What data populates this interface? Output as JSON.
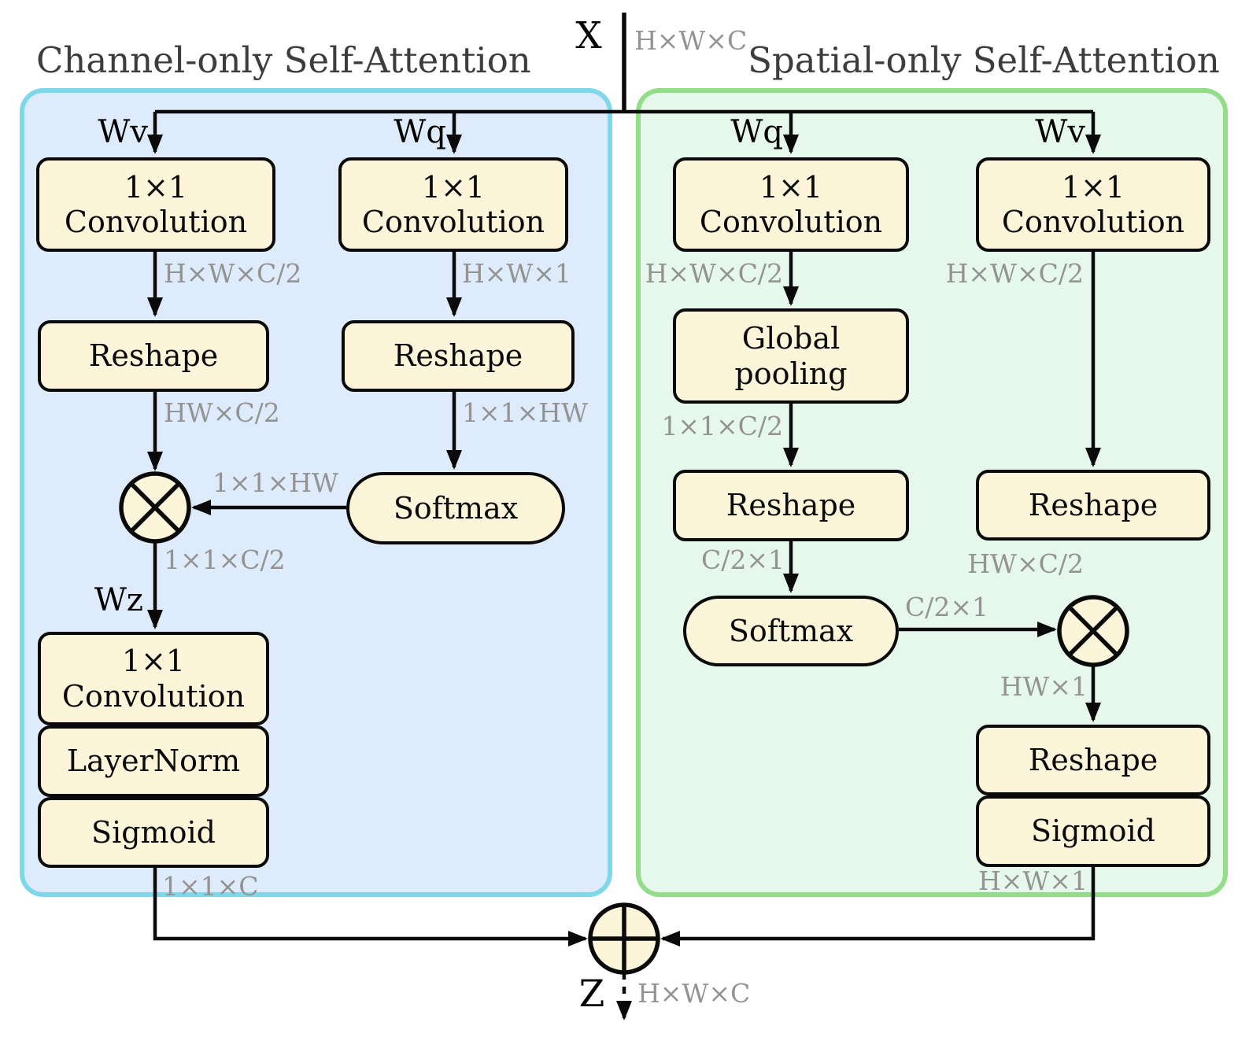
{
  "colors": {
    "panel_blue_fill": "#deebfa",
    "panel_blue_border": "#7fd7ea",
    "panel_green_fill": "#e6f8ec",
    "panel_green_border": "#92dd88",
    "box_fill": "#fdf5da",
    "box_border": "#0a0a0a",
    "dim_label": "#939393",
    "title_text": "#3d3d3d"
  },
  "input": {
    "label": "X",
    "dim": "H×W×C"
  },
  "output": {
    "label": "Z",
    "dim": "H×W×C"
  },
  "icons": {
    "channel_matmul": "multiply-in-circle",
    "spatial_matmul": "multiply-in-circle",
    "merge_add": "plus-in-circle"
  },
  "channel": {
    "title": "Channel-only Self-Attention",
    "wv": "Wv",
    "wq": "Wq",
    "wz": "Wz",
    "conv_v": "1×1\nConvolution",
    "conv_q": "1×1\nConvolution",
    "reshape_v": "Reshape",
    "reshape_q": "Reshape",
    "softmax": "Softmax",
    "conv_z": "1×1\nConvolution",
    "layernorm": "LayerNorm",
    "sigmoid": "Sigmoid",
    "dim_v_conv": "H×W×C/2",
    "dim_q_conv": "H×W×1",
    "dim_v_reshape": "HW×C/2",
    "dim_q_reshape": "1×1×HW",
    "dim_softmax_out": "1×1×HW",
    "dim_matmul_out": "1×1×C/2",
    "dim_out": "1×1×C"
  },
  "spatial": {
    "title": "Spatial-only Self-Attention",
    "wq": "Wq",
    "wv": "Wv",
    "conv_q": "1×1\nConvolution",
    "conv_v": "1×1\nConvolution",
    "global_pool": "Global\npooling",
    "reshape_q": "Reshape",
    "softmax": "Softmax",
    "reshape_v": "Reshape",
    "reshape_out": "Reshape",
    "sigmoid": "Sigmoid",
    "dim_q_conv": "H×W×C/2",
    "dim_v_conv": "H×W×C/2",
    "dim_pool_out": "1×1×C/2",
    "dim_q_reshape": "C/2×1",
    "dim_softmax_out": "C/2×1",
    "dim_v_reshape": "HW×C/2",
    "dim_matmul_out": "HW×1",
    "dim_out": "H×W×1"
  }
}
